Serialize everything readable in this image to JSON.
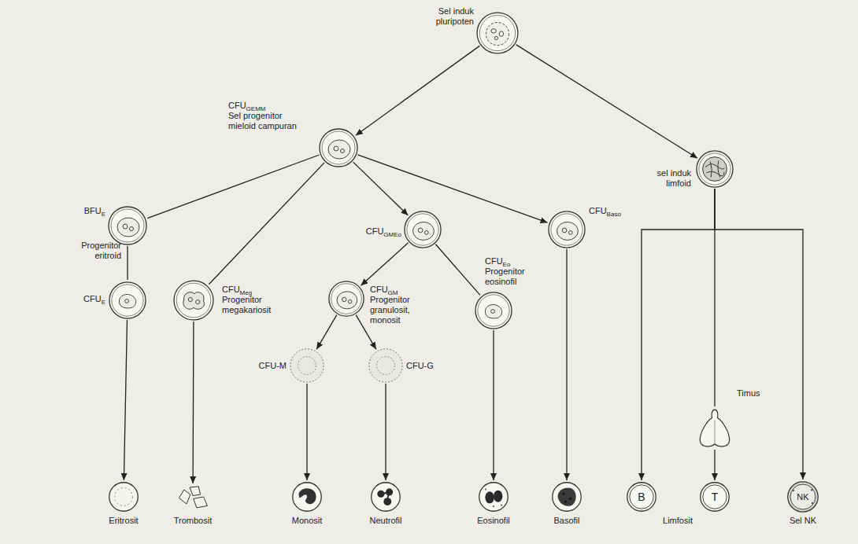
{
  "diagram": {
    "nodes": [
      {
        "text": [
          "Sel induk pluripoten"
        ]
      },
      {
        "text": [
          "CFU",
          "GEMM",
          "Sel progenitor mieloid campuran"
        ]
      },
      {
        "text": [
          "sel induk limfoid"
        ]
      },
      {
        "text": [
          "BFU",
          "E",
          "Progenitor eritroid"
        ]
      },
      {
        "text": [
          "CFU",
          "GMEo"
        ]
      },
      {
        "text": [
          "CFU",
          "Baso"
        ]
      },
      {
        "text": [
          "CFU",
          "E"
        ]
      },
      {
        "text": [
          "CFU",
          "Meg",
          "Progenitor megakariosit"
        ]
      },
      {
        "text": [
          "CFU",
          "GM",
          "Progenitor granulosit, monosit"
        ]
      },
      {
        "text": [
          "CFU",
          "Eo",
          "Progenitor eosinofil"
        ]
      },
      {
        "text": [
          "Timus"
        ]
      },
      {
        "text": [
          "CFU-M"
        ]
      },
      {
        "text": [
          "CFU-G"
        ]
      },
      {
        "text": [
          "Eritrosit"
        ]
      },
      {
        "text": [
          "Trombosit"
        ]
      },
      {
        "text": [
          "Monosit"
        ]
      },
      {
        "text": [
          "Neutrofil"
        ]
      },
      {
        "text": [
          "Eosinofil"
        ]
      },
      {
        "text": [
          "Basofil"
        ]
      },
      {
        "text": [
          "B"
        ]
      },
      {
        "text": [
          "T"
        ]
      },
      {
        "text": [
          "NK",
          "Sel NK"
        ]
      }
    ],
    "edges": [
      {
        "from": 0,
        "to": 1,
        "arrow": "to"
      },
      {
        "from": 0,
        "to": 2,
        "arrow": "to"
      },
      {
        "from": 1,
        "to": 3,
        "arrow": "none"
      },
      {
        "from": 1,
        "to": 7,
        "arrow": "none"
      },
      {
        "from": 1,
        "to": 4,
        "arrow": "to"
      },
      {
        "from": 1,
        "to": 5,
        "arrow": "to"
      },
      {
        "from": 3,
        "to": 6,
        "arrow": "none"
      },
      {
        "from": 6,
        "to": 13,
        "arrow": "to"
      },
      {
        "from": 7,
        "to": 14,
        "arrow": "to"
      },
      {
        "from": 4,
        "to": 8,
        "arrow": "to"
      },
      {
        "from": 4,
        "to": 9,
        "arrow": "none"
      },
      {
        "from": 8,
        "to": 11,
        "arrow": "to"
      },
      {
        "from": 8,
        "to": 12,
        "arrow": "to"
      },
      {
        "from": 11,
        "to": 15,
        "arrow": "to"
      },
      {
        "from": 12,
        "to": 16,
        "arrow": "to"
      },
      {
        "from": 9,
        "to": 17,
        "arrow": "to"
      },
      {
        "from": 5,
        "to": 18,
        "arrow": "to"
      },
      {
        "from": 2,
        "to": 19,
        "arrow": "to"
      },
      {
        "from": 2,
        "to": 10,
        "arrow": "none"
      },
      {
        "from": 10,
        "to": 20,
        "arrow": "to"
      },
      {
        "from": 2,
        "to": 21,
        "arrow": "to"
      }
    ],
    "labels": [
      "Limfosit"
    ]
  }
}
